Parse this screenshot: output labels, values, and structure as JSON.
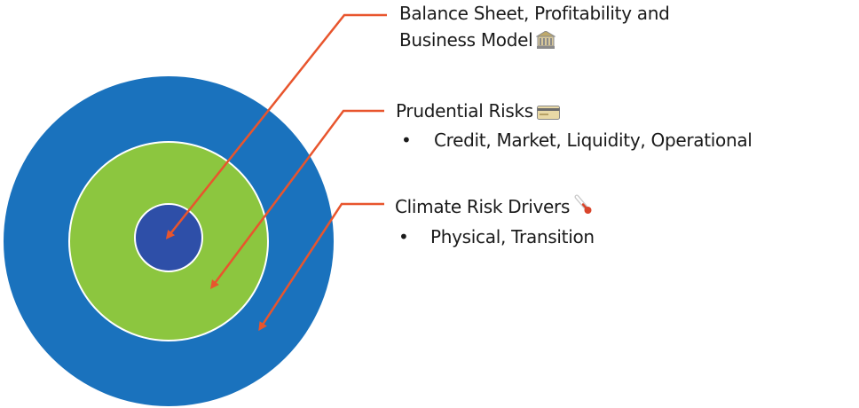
{
  "colors": {
    "outer_ring": "#1a72bd",
    "middle_ring": "#8cc63f",
    "inner_core": "#2e4fa8",
    "ring_border": "#ffffff",
    "arrow": "#e8552d",
    "text": "#1a1a1a"
  },
  "layers": [
    {
      "title": "Balance Sheet, Profitability and",
      "title_line2": "Business Model",
      "icon": "bank-icon",
      "bullet": ""
    },
    {
      "title": "Prudential Risks",
      "icon": "credit-card-icon",
      "bullet": "Credit, Market, Liquidity, Operational"
    },
    {
      "title": "Climate Risk Drivers",
      "icon": "thermometer-icon",
      "bullet": "Physical, Transition"
    }
  ],
  "bullet_symbol": "•"
}
